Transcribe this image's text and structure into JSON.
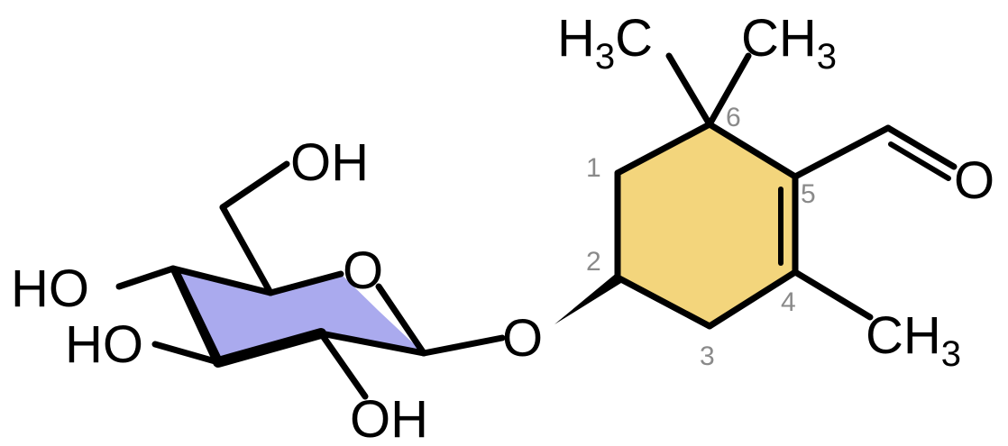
{
  "colors": {
    "sugar_ring_fill": "#aaaaee",
    "cyclohexene_fill": "#f3d57c",
    "bond": "#000000",
    "locant": "#8a8a8a"
  },
  "labels": {
    "sugar_oh_top": "OH",
    "sugar_ho_left_1": "HO",
    "sugar_ho_left_2": "HO",
    "sugar_oh_bottom": "OH",
    "ring_oxygen": "O",
    "glycosidic_oxygen": "O",
    "methyl_left_H": "H",
    "methyl_left_sub": "3",
    "methyl_left_C": "C",
    "methyl_right": "CH",
    "methyl_right_sub": "3",
    "aldehyde_oxygen": "O",
    "methyl_c4": "CH",
    "methyl_c4_sub": "3"
  },
  "locants": [
    "1",
    "2",
    "3",
    "4",
    "5",
    "6"
  ]
}
